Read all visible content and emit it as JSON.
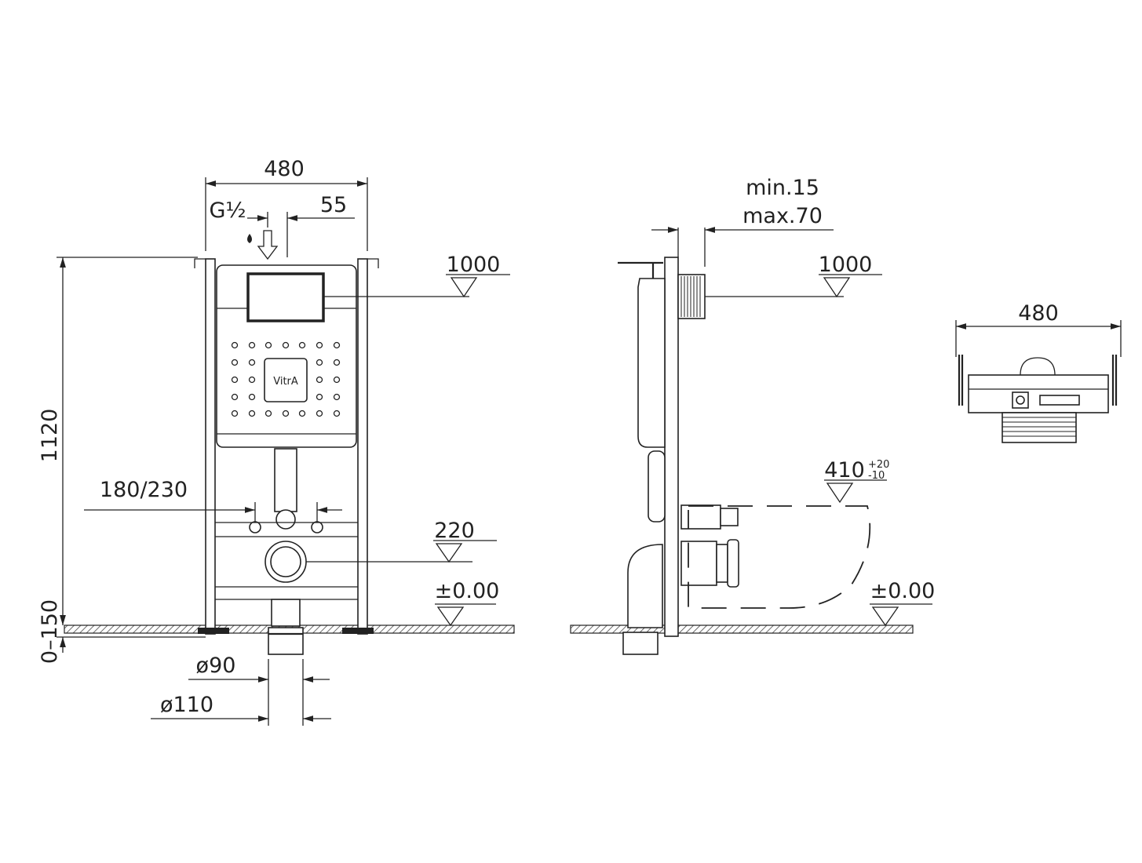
{
  "brand": "VitrA",
  "front_view": {
    "width": "480",
    "inlet_thread": "G½",
    "inlet_offset": "55",
    "flush_plate_height": "1000",
    "frame_height": "1120",
    "bolt_spacing": "180/230",
    "drain_height": "220",
    "floor_level": "±0.00",
    "floor_adjust": "0–150",
    "pipe_d90": "ø90",
    "pipe_d110": "ø110"
  },
  "side_view": {
    "wall_min": "min.15",
    "wall_max": "max.70",
    "flush_plate_height": "1000",
    "seat_height": "410",
    "seat_tol_plus": "+20",
    "seat_tol_minus": "-10",
    "floor_level": "±0.00"
  },
  "top_view": {
    "width": "480"
  }
}
